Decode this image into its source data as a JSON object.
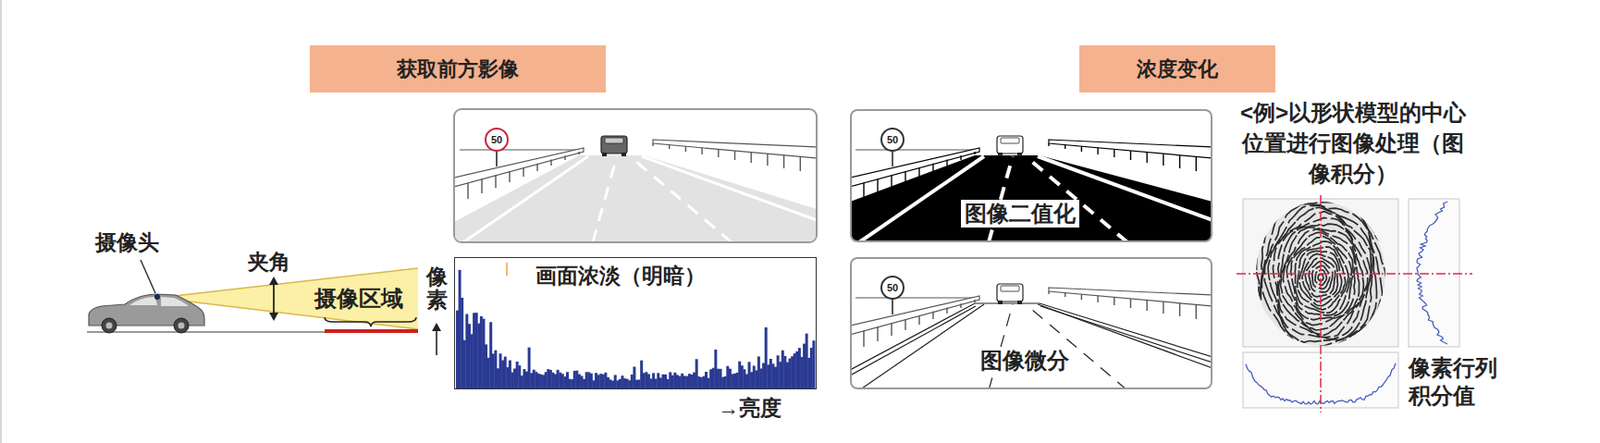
{
  "diagram": {
    "nodes": [
      {
        "text": [
          "获取前方影像"
        ]
      },
      {
        "text": [
          "浓度变化"
        ]
      },
      {
        "text": [
          "50"
        ]
      },
      {
        "text": [
          "图像二值化"
        ]
      },
      {
        "text": [
          "50"
        ],
        "in": 3
      },
      {
        "text": [
          "画面浓淡（明暗）"
        ]
      },
      {
        "text": [
          "图像微分"
        ]
      },
      {
        "text": [
          "50"
        ],
        "in": 6
      }
    ],
    "labels": [
      "摄像头",
      "夹角",
      "摄像区域",
      "像素",
      "→亮度",
      "<例>以形状模型的中心位置进行图像处理（图像积分）",
      "像素行列积分值"
    ]
  }
}
